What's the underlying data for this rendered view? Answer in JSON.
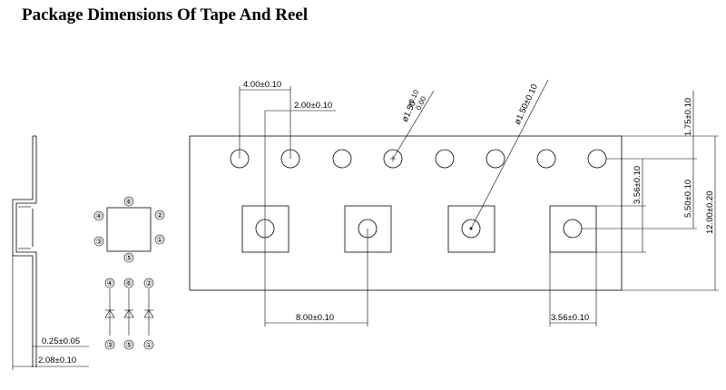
{
  "page": {
    "title": "Package Dimensions Of Tape And Reel"
  },
  "side_view": {
    "thickness_label": "0.25±0.05",
    "width_label": "2.08±0.10"
  },
  "package": {
    "pins": {
      "p1": "①",
      "p2": "②",
      "p3": "③",
      "p4": "④",
      "p5": "⑤",
      "p6": "⑥"
    }
  },
  "tape": {
    "sprocket_pitch": "4.00±0.10",
    "sprocket_offset": "2.00±0.10",
    "sprocket_hole_dia": "ø1.50",
    "sprocket_hole_tol_plus": "+0.10",
    "sprocket_hole_tol_minus": "0.00",
    "pocket_hole_dia": "ø1.50±0.10",
    "edge_to_hole": "1.75±0.10",
    "pocket_square": "3.56±0.10",
    "hole_to_pocket": "5.50±0.10",
    "tape_width": "12.00±0.20",
    "pocket_pitch": "8.00±0.10",
    "pocket_width": "3.56±0.10"
  }
}
